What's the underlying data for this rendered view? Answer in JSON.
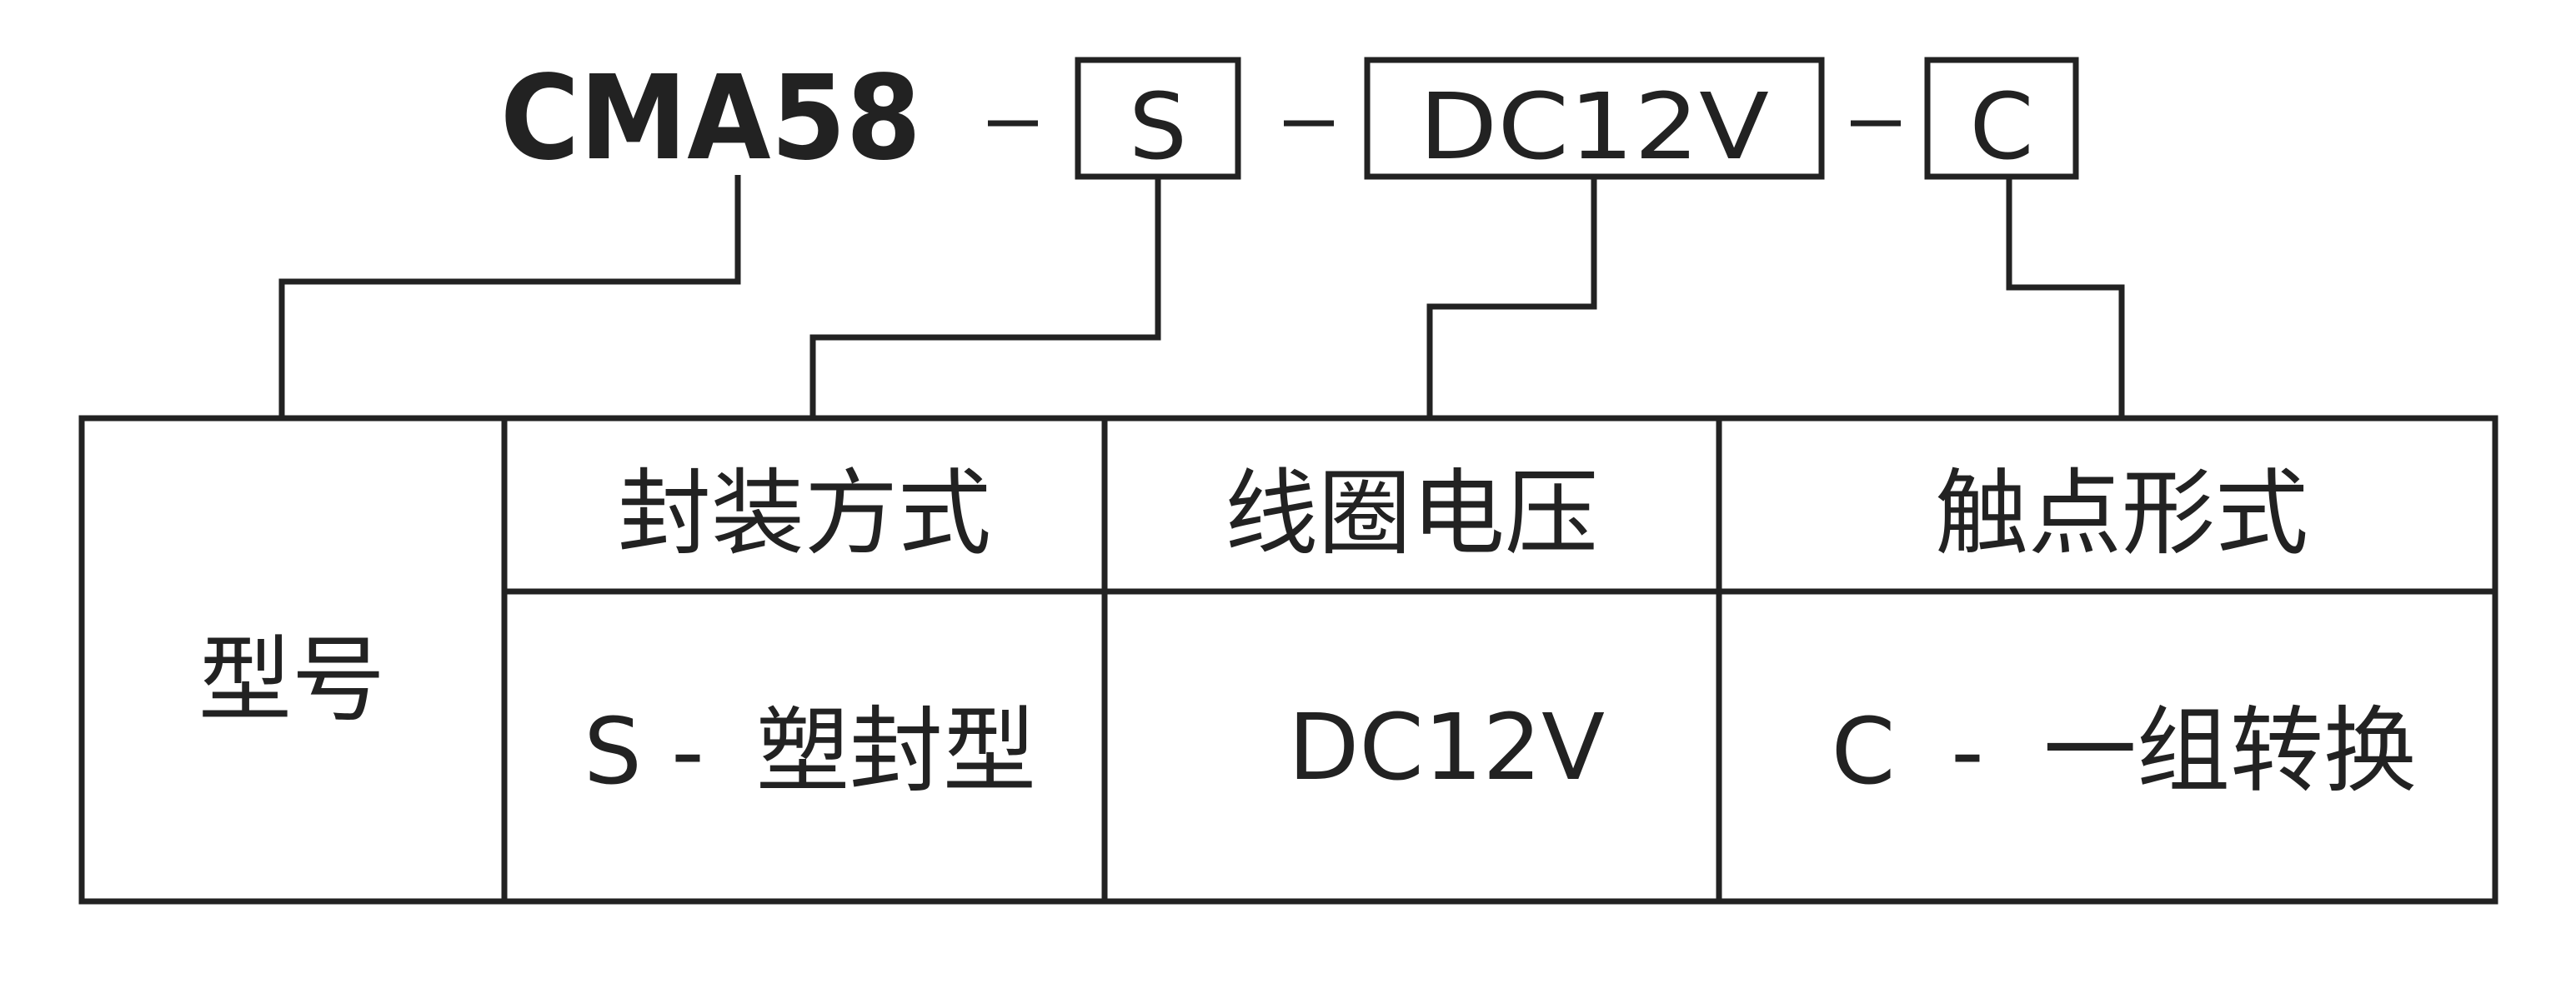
{
  "model_code": {
    "prefix": "CMA58",
    "separator": "-",
    "codes": [
      "S",
      "DC12V",
      "C"
    ]
  },
  "table": {
    "row_label": "型号",
    "columns": [
      {
        "header": "封装方式",
        "value_code": "S",
        "value_sep": "-",
        "value_desc": "塑封型"
      },
      {
        "header": "线圈电压",
        "value_code": "DC12V",
        "value_sep": "",
        "value_desc": ""
      },
      {
        "header": "触点形式",
        "value_code": "C",
        "value_sep": "-",
        "value_desc": "一组转换"
      }
    ]
  },
  "colors": {
    "ink": "#222222",
    "background": "#ffffff"
  }
}
